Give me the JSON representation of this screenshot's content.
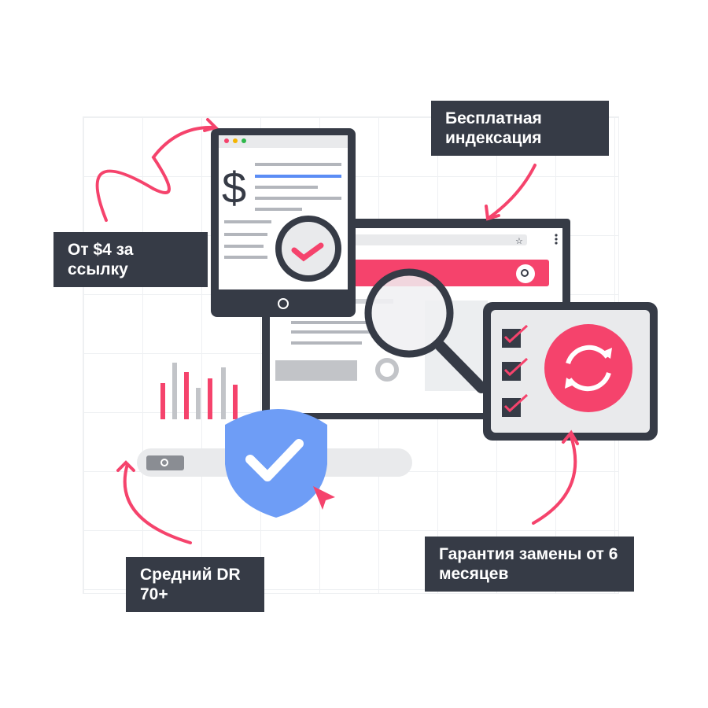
{
  "labels": {
    "free_indexing": "Бесплатная индексация",
    "price": "От $4 за ссылку",
    "avg_dr": "Средний DR 70+",
    "guarantee": "Гарантия замены от 6 месяцев"
  },
  "colors": {
    "accent": "#f5436c",
    "dark": "#363b46",
    "shield": "#6e9df6",
    "panel": "#e9eaec"
  }
}
